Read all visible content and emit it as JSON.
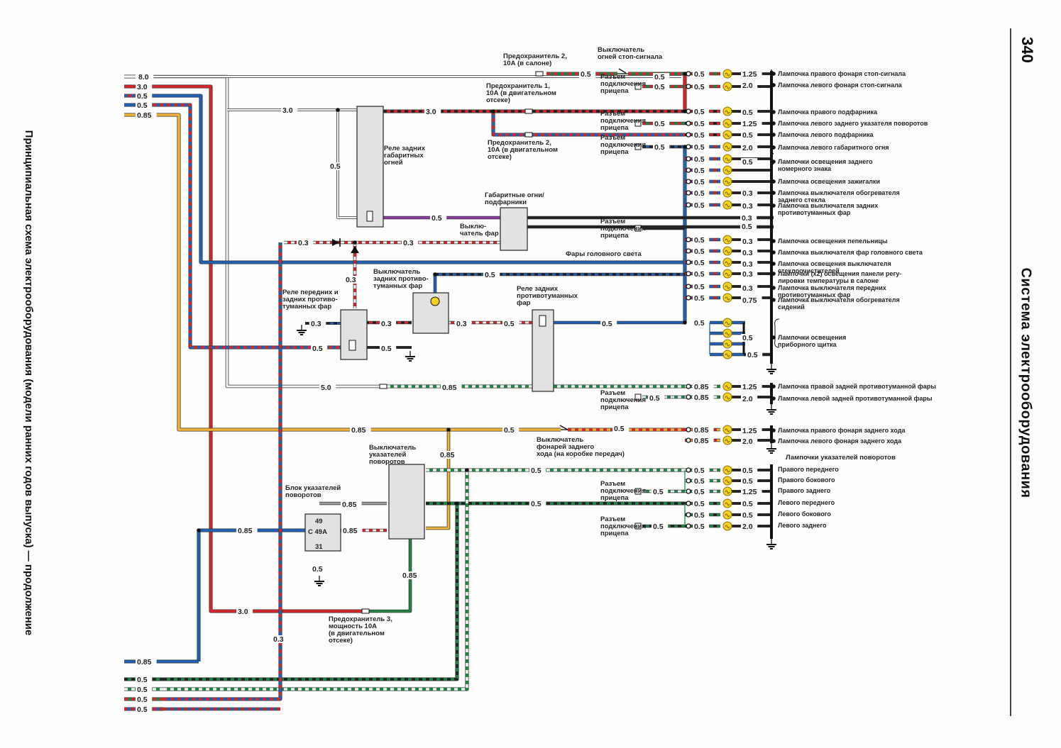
{
  "page_number": "340",
  "section_title": "Система электрооборудования",
  "figure_caption": "Принципиальная схема электрооборудования (модели ранних годов выпуска) — продолжение",
  "colors": {
    "white": "#f4f4f4",
    "red": "#d8252b",
    "blue": "#1f63b8",
    "orange": "#f3b23a",
    "green": "#1d8a45",
    "black": "#222222",
    "purple": "#8b3aa6",
    "lamp": "#f2d21e",
    "gray_wire": "#9a9a9a"
  },
  "left_inputs": {
    "w1": "8.0",
    "w2": "3.0",
    "w3": "0.5",
    "w4": "0.5",
    "w5": "0.85"
  },
  "bottom_inputs": {
    "w1": "0.85",
    "w2": "0.5",
    "w3": "0.5",
    "w4": "0.5",
    "w5": "0.5"
  },
  "components": {
    "fuse2_salon": "Предохранитель 2,\n10А  (в салоне)",
    "stop_switch": "Выключатель\nогней стоп-сигнала",
    "fuse1": "Предохранитель 1,\n10А (в двигательном\nотсеке)",
    "fuse2_engine": "Предохранитель 2,\n10А (в двигательном\nотсеке)",
    "rear_marker_relay": "Реле задних\nгабаритных\nогней",
    "parking_switch": "Габаритные огни/\nподфарники",
    "headlight_switch": "Выклю-\nчатель фар",
    "headlights": "Фары головного света",
    "front_fog_relay": "Реле передних и\nзадних противо-\nтуманных фар",
    "rear_fog_switch": "Выключатель\nзадних противо-\nтуманных фар",
    "rear_fog_relay": "Реле задних\nпротивотуманных\nфар",
    "reverse_switch": "Выключатель\nфонарей заднего\nхода (на коробке передач)",
    "turn_switch": "Выключатель\nуказателей\nповоротов",
    "flasher_unit": "Блок указателей\nповоротов",
    "fuse3": "Предохранитель 3,\nмощность 10А\n(в двигательном\nотсеке)",
    "trailer": "Разъем\nподключения\nприцепа",
    "flasher_terms": {
      "t49": "49",
      "tc": "C  49A",
      "t31": "31"
    }
  },
  "wire_values": {
    "w_05": "0.5",
    "w_03": "0.3",
    "w_30": "3.0",
    "w_085": "0.85",
    "w_50": "5.0",
    "w_125": "1.25",
    "w_20": "2.0",
    "w_075": "0.75",
    "w_80": "8.0"
  },
  "lamps": [
    {
      "label": "Лампочка правого фонаря стоп-сигнала",
      "value": "1.25"
    },
    {
      "label": "Лампочка левого фонаря стоп-сигнала",
      "value": "2.0"
    },
    {
      "label": "Лампочка правого подфарника",
      "value": "0.5"
    },
    {
      "label": "Лампочка левого заднего указателя поворотов",
      "value": "1.25"
    },
    {
      "label": "Лампочка левого подфарника",
      "value": "0.5"
    },
    {
      "label": "Лампочка левого габаритного  огня",
      "value": "2.0"
    },
    {
      "label": "Лампочки освещения заднего\nномерного знака",
      "value": "0.5"
    },
    {
      "label": "Лампочка освещения зажигалки",
      "value": ""
    },
    {
      "label": "Лампочка выключателя обогревателя\nзаднего стекла",
      "value": "0.3"
    },
    {
      "label": "Лампочка выключателя задних\nпротивотуманных фар",
      "value": "0.3"
    },
    {
      "label": "Лампочка освещения пепельницы",
      "value": "0.3"
    },
    {
      "label": "Лампочка выключателя фар головного света",
      "value": "0.3"
    },
    {
      "label": "Лампочка освещения выключателя\nстеклоочистителей",
      "value": "0.3"
    },
    {
      "label": "Лампочки (x2) освещения панели регу-\nлировки температуры в салоне",
      "value": "0.3"
    },
    {
      "label": "Лампочка выключателя передних\nпротивотуманных фар",
      "value": "0.3"
    },
    {
      "label": "Лампочка выключателя обогревателя\nсидений",
      "value": "0.75"
    },
    {
      "label": "Лампочки освещения\nприборного щитка",
      "value": "0.5"
    },
    {
      "label": "Лампочка правой задней противотуманной фары",
      "value": "1.25"
    },
    {
      "label": "Лампочка левой задней противотуманной фары",
      "value": "2.0"
    },
    {
      "label": "Лампочка правого фонаря заднего хода",
      "value": "1.25"
    },
    {
      "label": "Лампочка левого фонаря заднего хода",
      "value": "2.0"
    }
  ],
  "turn_header": "Лампочки указателей поворотов",
  "turn_lamps": [
    {
      "label": "Правого переднего",
      "value": "0.5"
    },
    {
      "label": "Правого бокового",
      "value": "0.5"
    },
    {
      "label": "Правого заднего",
      "value": "1.25"
    },
    {
      "label": "Левого переднего",
      "value": "0.5"
    },
    {
      "label": "Левого бокового",
      "value": "0.5"
    },
    {
      "label": "Левого заднего",
      "value": "2.0"
    }
  ]
}
